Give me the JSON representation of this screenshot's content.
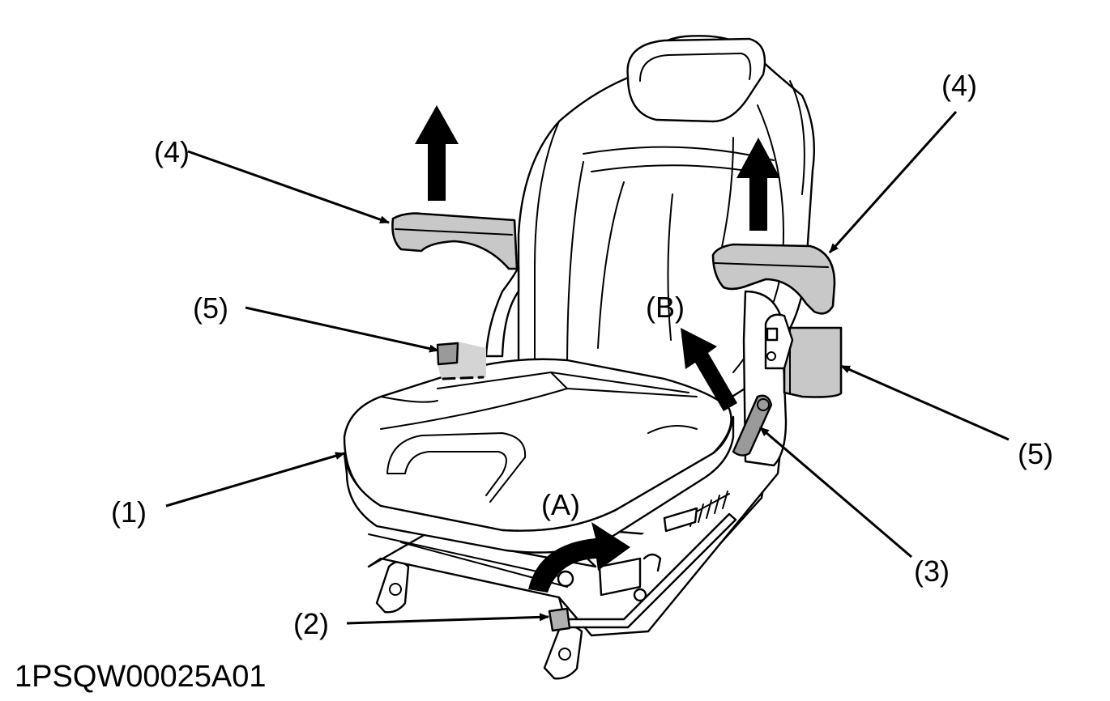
{
  "figure_code": "1PSQW00025A01",
  "callouts": {
    "seat": "(1)",
    "slide_lever": "(2)",
    "recline_lever": "(3)",
    "armrest_left": "(4)",
    "armrest_right": "(4)",
    "belt_buckle": "(5)",
    "belt_retractor": "(5)"
  },
  "directions": {
    "a": "(A)",
    "b": "(B)"
  },
  "colors": {
    "line": "#000000",
    "part_highlight": "#c8c8c8",
    "background": "#ffffff"
  },
  "icons": {
    "armrest_lift_arrows": "up-arrow",
    "slide_direction": "curved-arrow",
    "recline_direction": "diagonal-arrow"
  }
}
